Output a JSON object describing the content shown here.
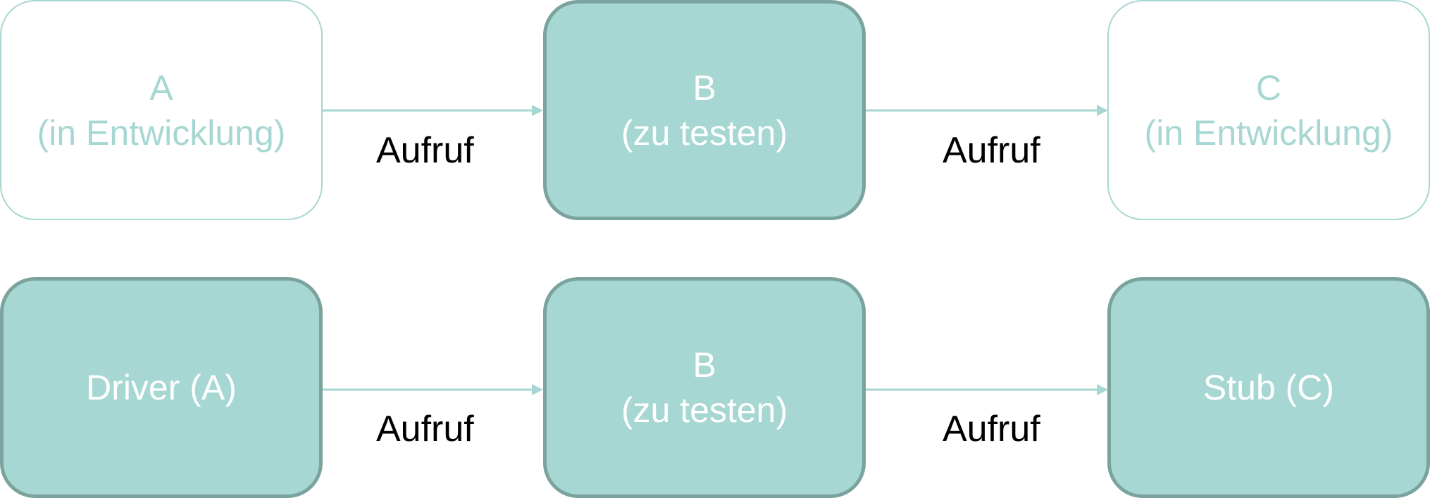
{
  "colors": {
    "fill": "#a6d7d2",
    "filled_border": "#7ba39e",
    "outline": "#a6d7d2",
    "filled_text": "#ffffff",
    "label_text": "#000000"
  },
  "rows": [
    {
      "nodes": [
        {
          "line1": "A",
          "line2": "(in Entwicklung)",
          "style": "outline"
        },
        {
          "line1": "B",
          "line2": "(zu testen)",
          "style": "filled"
        },
        {
          "line1": "C",
          "line2": "(in Entwicklung)",
          "style": "outline"
        }
      ],
      "edges": [
        {
          "from": "A",
          "to": "B",
          "label": "Aufruf"
        },
        {
          "from": "B",
          "to": "C",
          "label": "Aufruf"
        }
      ]
    },
    {
      "nodes": [
        {
          "line1": "Driver (A)",
          "line2": "",
          "style": "filled"
        },
        {
          "line1": "B",
          "line2": "(zu testen)",
          "style": "filled"
        },
        {
          "line1": "Stub (C)",
          "line2": "",
          "style": "filled"
        }
      ],
      "edges": [
        {
          "from": "Driver (A)",
          "to": "B",
          "label": "Aufruf"
        },
        {
          "from": "B",
          "to": "Stub (C)",
          "label": "Aufruf"
        }
      ]
    }
  ]
}
